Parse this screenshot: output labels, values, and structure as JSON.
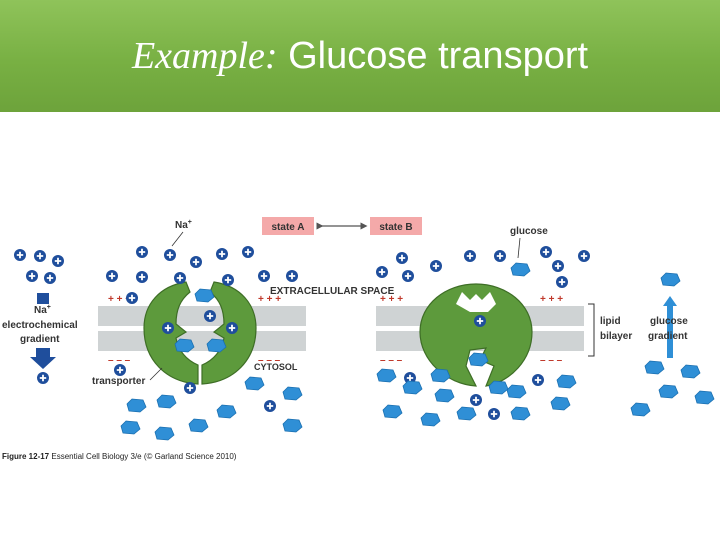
{
  "slide": {
    "title_italic": "Example:",
    "title_rest": "Glucose transport"
  },
  "figure": {
    "state_a": "state A",
    "state_b": "state B",
    "na_label": "Na",
    "na_superscript": "+",
    "glucose_label": "glucose",
    "extracellular_label": "EXTRACELLULAR SPACE",
    "cytosol_label": "CYTOSOL",
    "transporter_label": "transporter",
    "gradient_na_label": "Na",
    "gradient_na_sup": "+",
    "gradient_line1": "electrochemical",
    "gradient_line2": "gradient",
    "lipid_line1": "lipid",
    "lipid_line2": "bilayer",
    "glucose_gradient_line1": "glucose",
    "glucose_gradient_line2": "gradient",
    "caption_bold": "Figure 12-17",
    "caption_rest": " Essential Cell Biology 3/e (© Garland Science 2010)"
  },
  "colors": {
    "banner": "#78b043",
    "ion": "#1f4e9c",
    "glucose": "#2f8fd6",
    "transporter": "#5d9a3c",
    "membrane": "#cfd3d4",
    "state_box": "#f4a9a9"
  }
}
